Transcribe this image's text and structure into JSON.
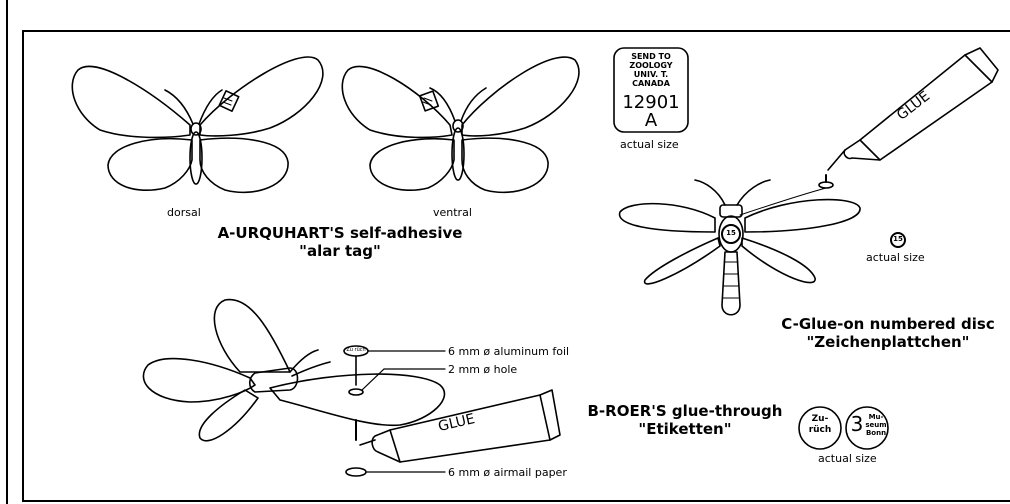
{
  "section_a": {
    "dorsal": "dorsal",
    "ventral": "ventral",
    "caption_line1": "A-URQUHART'S self-adhesive",
    "caption_line2": "\"alar tag\"",
    "tag": {
      "lines": [
        "SEND TO",
        "ZOOLOGY",
        "UNIV. T.",
        "CANADA"
      ],
      "number": "12901",
      "letter": "A"
    },
    "actual_size": "actual size"
  },
  "section_b": {
    "caption_line1": "B-ROER'S glue-through",
    "caption_line2": "\"Etiketten\"",
    "label_foil": "6 mm ø aluminum foil",
    "label_hole": "2 mm ø hole",
    "label_paper": "6 mm ø airmail paper",
    "glue": "GLUE",
    "disc1": [
      "Zu-",
      "rüch"
    ],
    "disc2_number": "3",
    "disc2_text": [
      "Mu-",
      "seum",
      "Bonn"
    ],
    "actual_size": "actual size"
  },
  "section_c": {
    "caption_line1": "C-Glue-on numbered disc",
    "caption_line2": "\"Zeichenplattchen\"",
    "glue": "GLUE",
    "disc_number": "15",
    "actual_size": "actual size"
  }
}
